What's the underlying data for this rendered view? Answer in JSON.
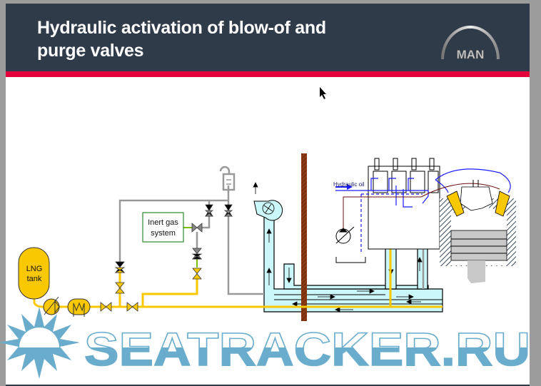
{
  "header": {
    "title_line1": "Hydraulic activation of blow-of and",
    "title_line2": "purge valves",
    "logo_text": "MAN"
  },
  "diagram": {
    "lng_tank_line1": "LNG",
    "lng_tank_line2": "tank",
    "inert_gas_line1": "Inert gas",
    "inert_gas_line2": "system",
    "hydraulic_oil_label": "Hydraulic oil"
  },
  "watermark": {
    "text": "SEATRACKER.RU"
  },
  "colors": {
    "header_bg": "#303b4a",
    "accent_red": "#e2003c",
    "gas_yellow": "#f9c800",
    "duct_blue": "#ccf7fa",
    "hydraulic_blue": "#1a1aff",
    "watermark_blue": "#6aaccc"
  }
}
